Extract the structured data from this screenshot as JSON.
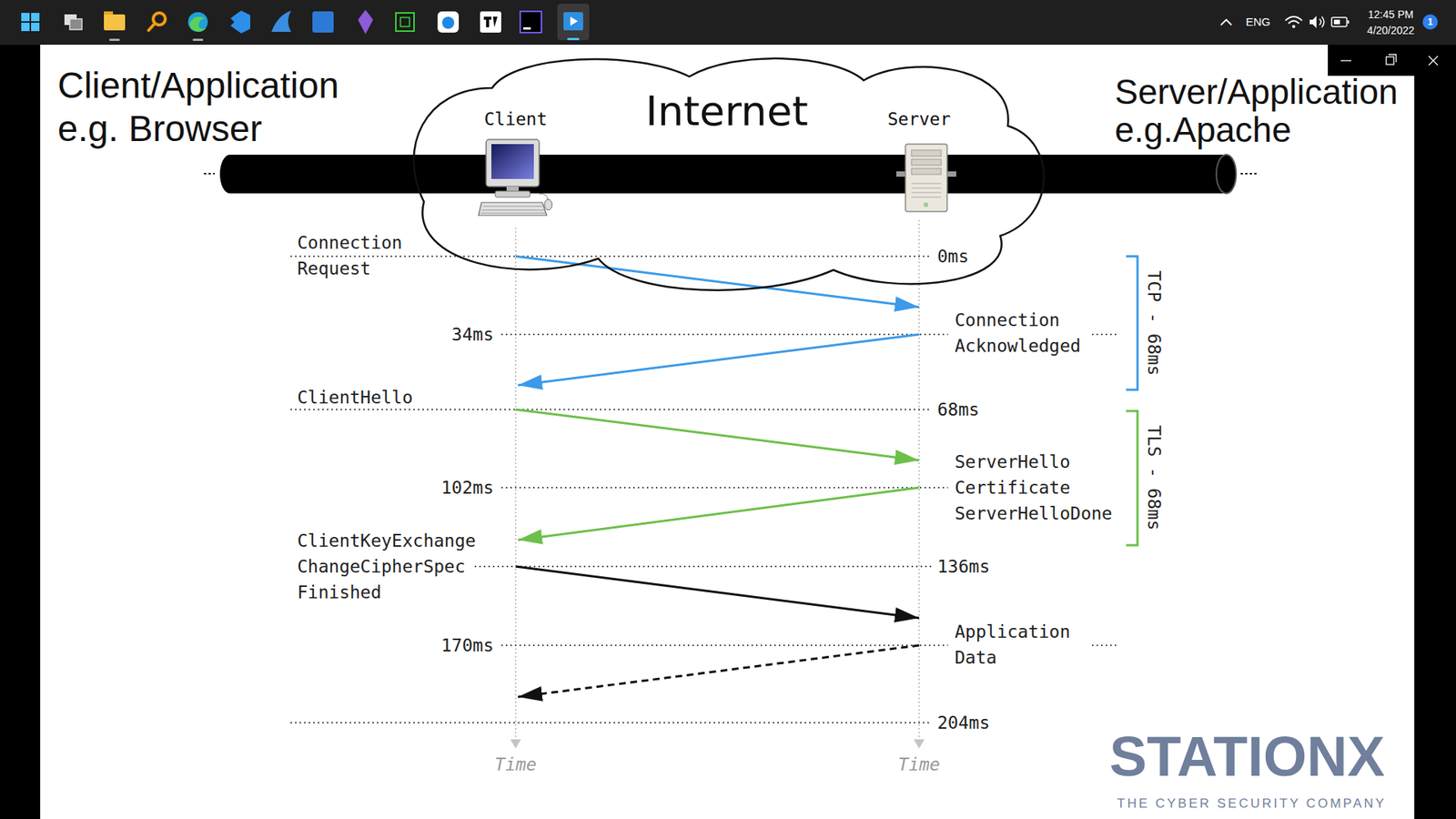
{
  "diagram": {
    "nodes": [
      {
        "text": [
          "Internet"
        ]
      },
      {
        "text": [
          "Client"
        ],
        "in": 0
      },
      {
        "text": [
          "Server"
        ],
        "in": 0
      }
    ],
    "labels": [
      "Client/Application e.g. Browser",
      "Server/Application e.g.Apache",
      "Connection Request",
      "0ms",
      "34ms",
      "Connection Acknowledged",
      "TCP - 68ms",
      "ClientHello",
      "68ms",
      "ServerHello Certificate ServerHelloDone",
      "102ms",
      "TLS - 68ms",
      "ClientKeyExchange ChangeCipherSpec Finished",
      "136ms",
      "Application Data",
      "170ms",
      "204ms",
      "Time",
      "Time",
      "STATIONX",
      "THE CYBER SECURITY COMPANY",
      "ENG",
      "12:45 PM",
      "4/20/2022",
      "1"
    ]
  }
}
